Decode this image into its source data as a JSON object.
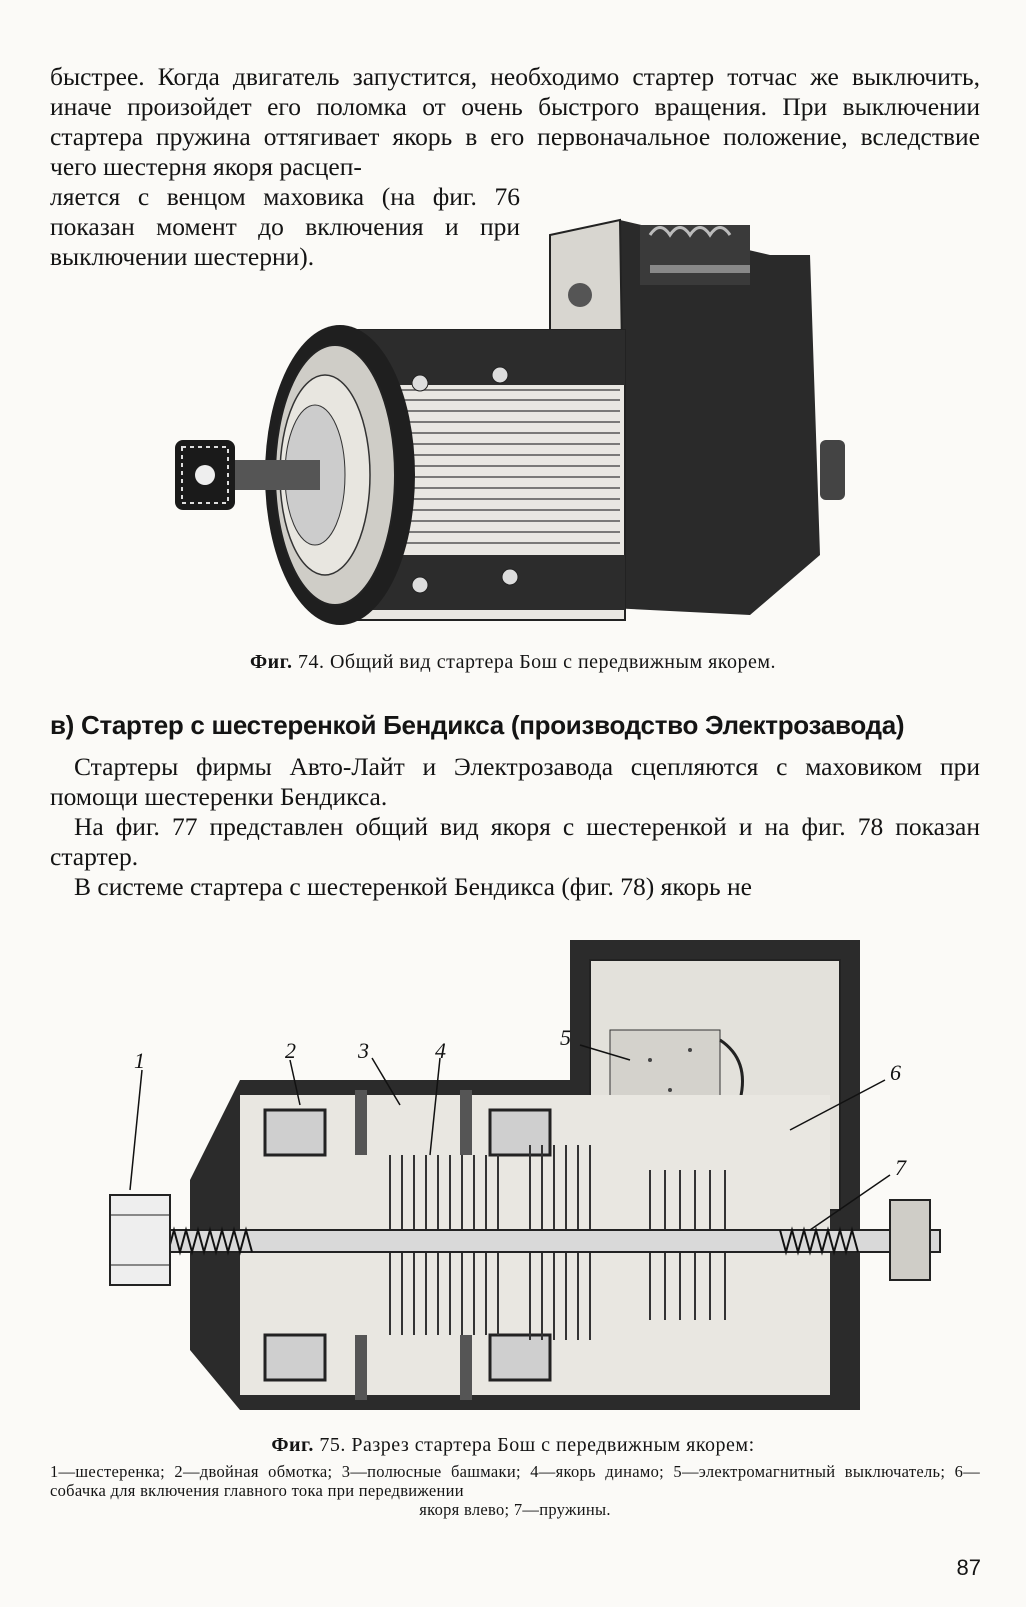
{
  "top_text": {
    "lines_full": "быстрее. Когда двигатель запустится, необходимо стартер тотчас же выключить, иначе произойдет его поломка от очень быстрого вращения. При выключении стартера пружина оттягивает якорь в его первоначальное положение, вследствие чего шестерня якоря расцеп-",
    "lines_wrapped": "ляется с венцом маховика (на фиг. 76 показан момент до включения и при выключении шестерни)."
  },
  "figure74": {
    "caption_prefix": "Фиг.",
    "caption_rest": "74. Общий вид стартера Бош с передвижным якорем."
  },
  "section": {
    "heading": "в) Стартер с шестеренкой Бендикса (производство Электрозавода)",
    "paragraph1": "Стартеры фирмы Авто-Лайт и Электрозавода сцепляются с маховиком при помощи шестеренки Бендикса.",
    "paragraph2": "На фиг. 77 представлен общий вид якоря с шестеренкой и на фиг. 78 показан стартер.",
    "paragraph3": "В системе стартера с шестеренкой Бендикса (фиг. 78) якорь не"
  },
  "figure75": {
    "labels": [
      "1",
      "2",
      "3",
      "4",
      "5",
      "6",
      "7"
    ],
    "caption_prefix": "Фиг.",
    "caption_rest": "75. Разрез стартера Бош с передвижным якорем:",
    "legend": "1—шестеренка; 2—двойная обмотка; 3—полюсные башмаки; 4—якорь динамо; 5—электромагнитный выключатель; 6—собачка для включения главного тока при передвижении",
    "legend_last": "якоря влево; 7—пружины."
  },
  "page_number": "87"
}
